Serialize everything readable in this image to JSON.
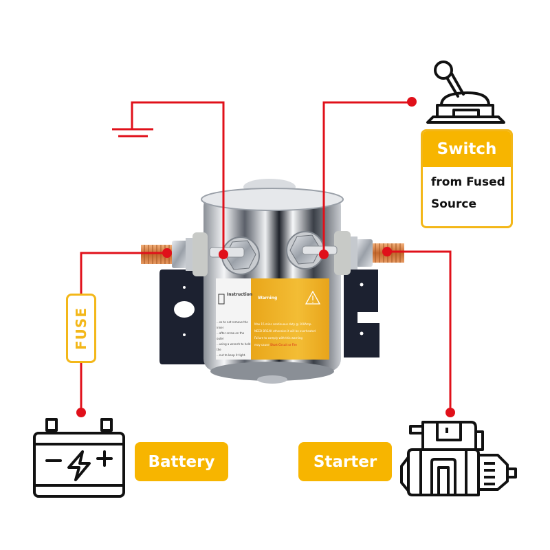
{
  "colors": {
    "wire": "#e0101a",
    "accent": "#f7b500",
    "accent_border": "#f3b719",
    "icon_stroke": "#111111",
    "copper": "#d88a4a",
    "chrome": "#c9ccd1",
    "bracket": "#1c2130"
  },
  "labels": {
    "switch_title": "Switch",
    "switch_line1": "from Fused",
    "switch_line2": "Source",
    "fuse": "FUSE",
    "battery": "Battery",
    "starter": "Starter"
  },
  "product_label": {
    "instruction_title": "Instruction",
    "instruction_lines": [
      "...se to not remove the inner",
      "...after screw on the outer",
      "...using a wrench to hold the",
      "...nut to keep it tight."
    ],
    "warning_title": "Warning",
    "warning_lines": [
      "Max 15 mins continuous duty @ 100Amp.",
      "NEED BREAK otherwise it will be overheated",
      "Failure to comply with this warning",
      "may cause"
    ],
    "warning_highlight": "Short-Circuit or Fire"
  },
  "icons": {
    "ground": "ground-symbol-icon",
    "switch": "toggle-switch-icon",
    "battery": "battery-icon",
    "starter": "starter-motor-icon",
    "warning": "warning-triangle-icon"
  }
}
